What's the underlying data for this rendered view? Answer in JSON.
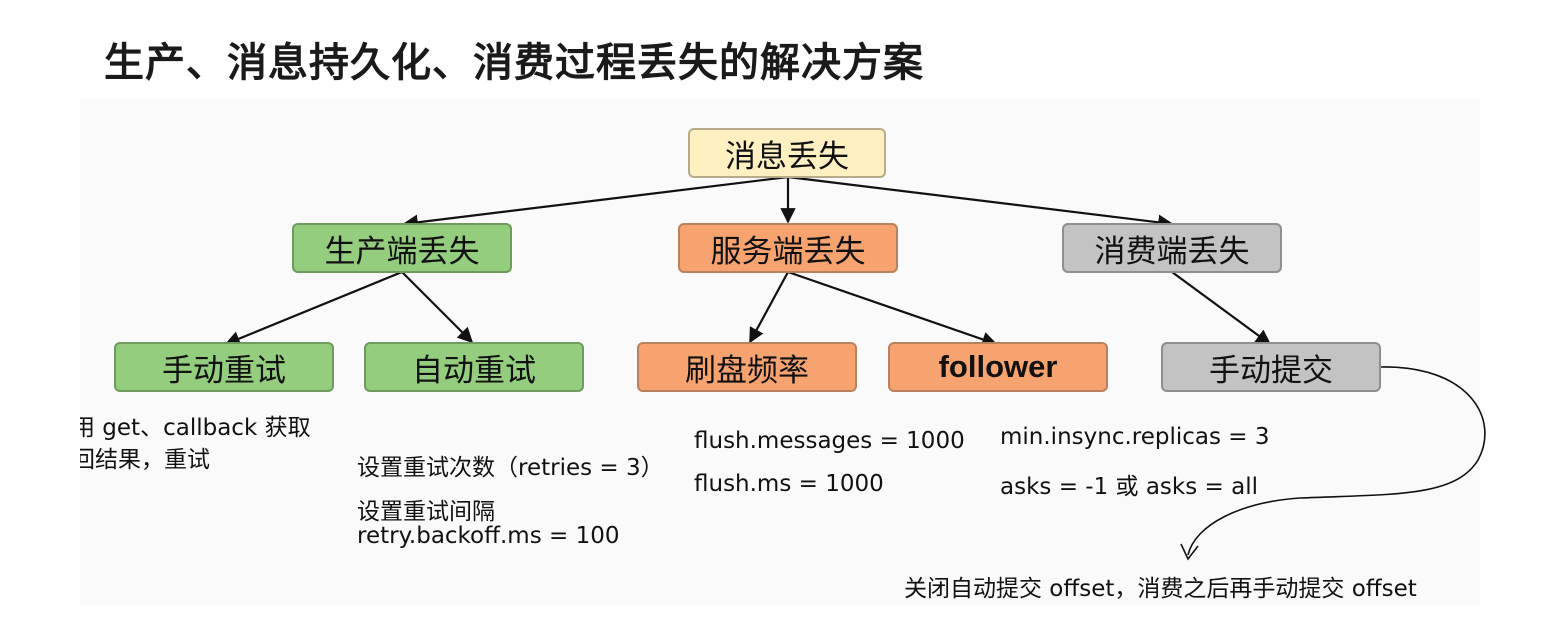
{
  "title": "生产、消息持久化、消费过程丢失的解决方案",
  "nodes": {
    "root": "消息丢失",
    "producer": "生产端丢失",
    "broker": "服务端丢失",
    "consumer": "消费端丢失",
    "manual_retry": "手动重试",
    "auto_retry": "自动重试",
    "flush_rate": "刷盘频率",
    "follower": "follower",
    "manual_commit": "手动提交"
  },
  "notes": {
    "manual_retry_line1": "用 get、callback 获取",
    "manual_retry_line2": "回结果，重试",
    "retries": "设置重试次数（retries = 3）",
    "retry_interval_label": "设置重试间隔",
    "retry_backoff": "retry.backoff.ms = 100",
    "flush_messages": "flush.messages = 1000",
    "flush_ms": "flush.ms = 1000",
    "min_insync": "min.insync.replicas = 3",
    "acks": "asks = -1 或 asks = all",
    "commit_note": "关闭自动提交 offset，消费之后再手动提交 offset"
  },
  "colors": {
    "root": "#fff0c2",
    "producer": "#93cd7d",
    "broker": "#f7a36f",
    "consumer": "#c3c3c3"
  }
}
